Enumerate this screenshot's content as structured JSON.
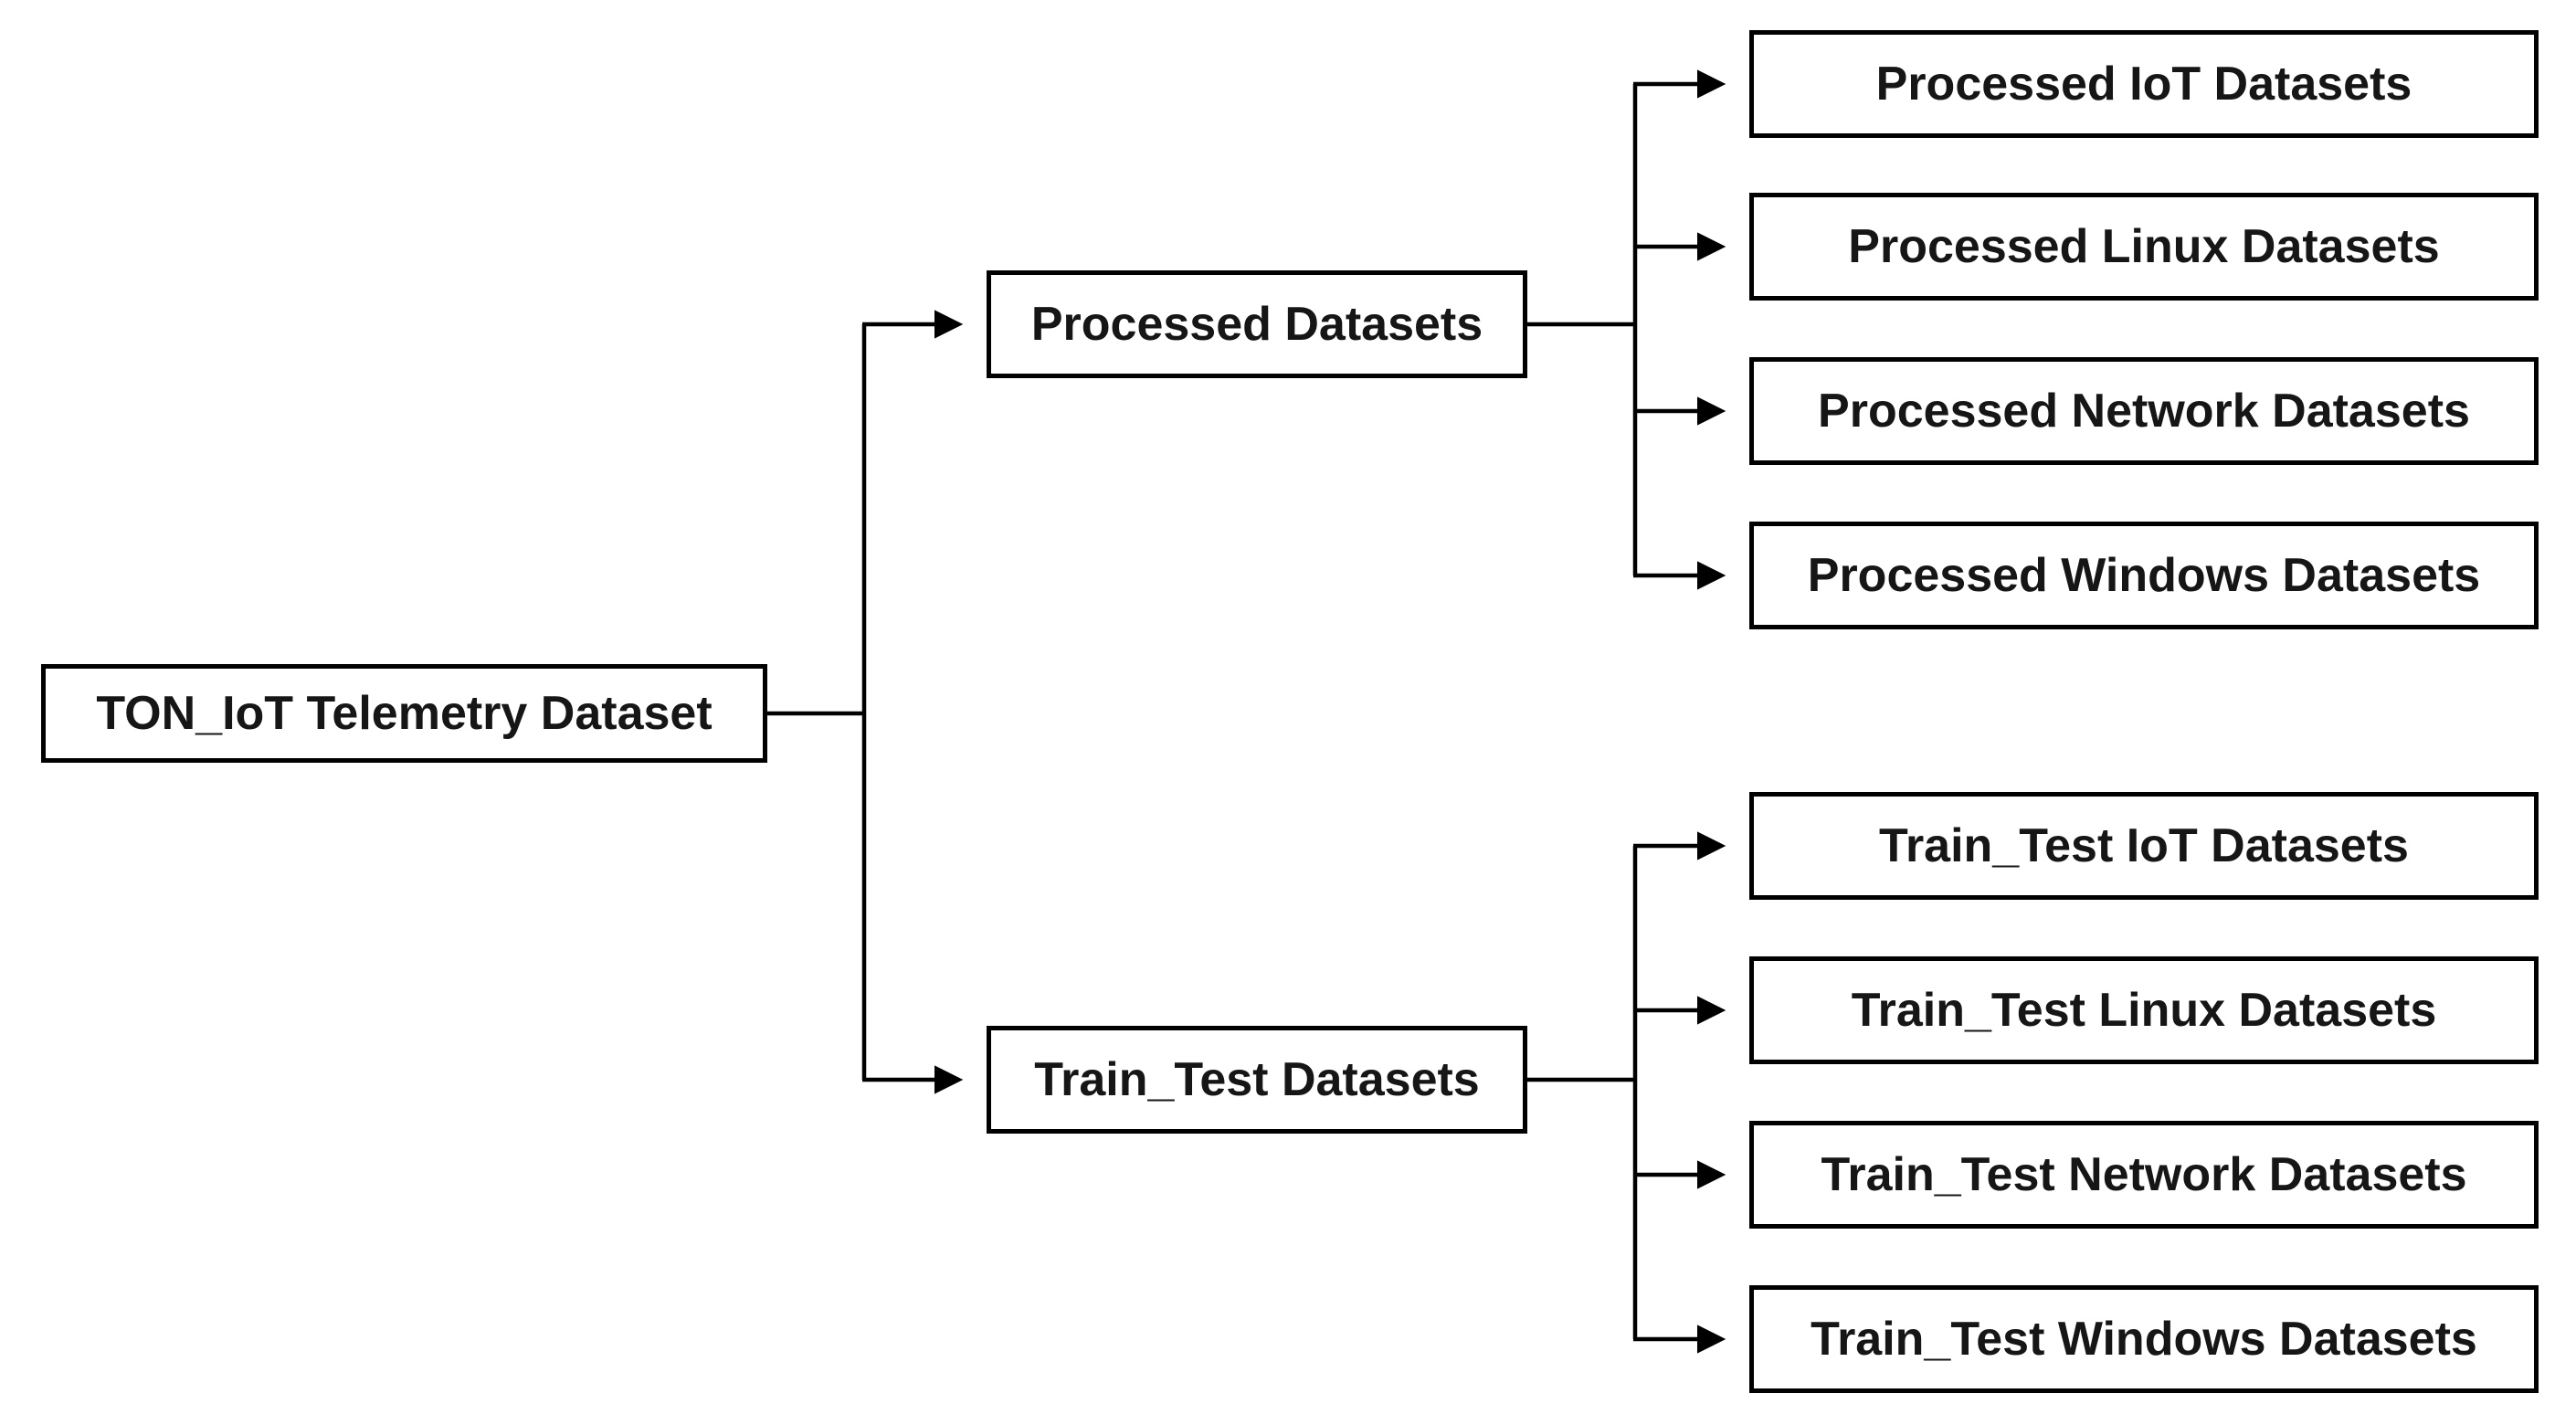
{
  "diagram": {
    "root": {
      "label": "TON_IoT Telemetry Dataset"
    },
    "branches": [
      {
        "label": "Processed Datasets",
        "children": [
          {
            "label": "Processed IoT Datasets"
          },
          {
            "label": "Processed Linux Datasets"
          },
          {
            "label": "Processed Network Datasets"
          },
          {
            "label": "Processed Windows Datasets"
          }
        ]
      },
      {
        "label": "Train_Test Datasets",
        "children": [
          {
            "label": "Train_Test IoT Datasets"
          },
          {
            "label": "Train_Test Linux Datasets"
          },
          {
            "label": "Train_Test Network Datasets"
          },
          {
            "label": "Train_Test Windows Datasets"
          }
        ]
      }
    ],
    "colors": {
      "line": "#000000",
      "box_border": "#000000",
      "box_fill": "#ffffff",
      "text": "#161616",
      "background": "#ffffff"
    }
  }
}
